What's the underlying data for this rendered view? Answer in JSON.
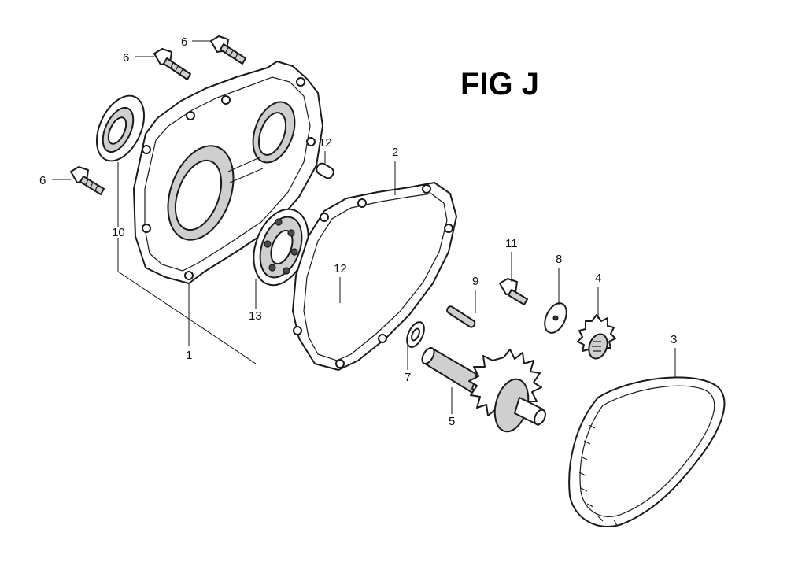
{
  "figure": {
    "title": "FIG J",
    "callouts": [
      {
        "id": "c-6a",
        "text": "6"
      },
      {
        "id": "c-6b",
        "text": "6"
      },
      {
        "id": "c-6c",
        "text": "6"
      },
      {
        "id": "c-10",
        "text": "10"
      },
      {
        "id": "c-12a",
        "text": "12"
      },
      {
        "id": "c-12b",
        "text": "12"
      },
      {
        "id": "c-2",
        "text": "2"
      },
      {
        "id": "c-13",
        "text": "13"
      },
      {
        "id": "c-1",
        "text": "1"
      },
      {
        "id": "c-11",
        "text": "11"
      },
      {
        "id": "c-9",
        "text": "9"
      },
      {
        "id": "c-8",
        "text": "8"
      },
      {
        "id": "c-4",
        "text": "4"
      },
      {
        "id": "c-7",
        "text": "7"
      },
      {
        "id": "c-5",
        "text": "5"
      },
      {
        "id": "c-3",
        "text": "3"
      }
    ]
  }
}
